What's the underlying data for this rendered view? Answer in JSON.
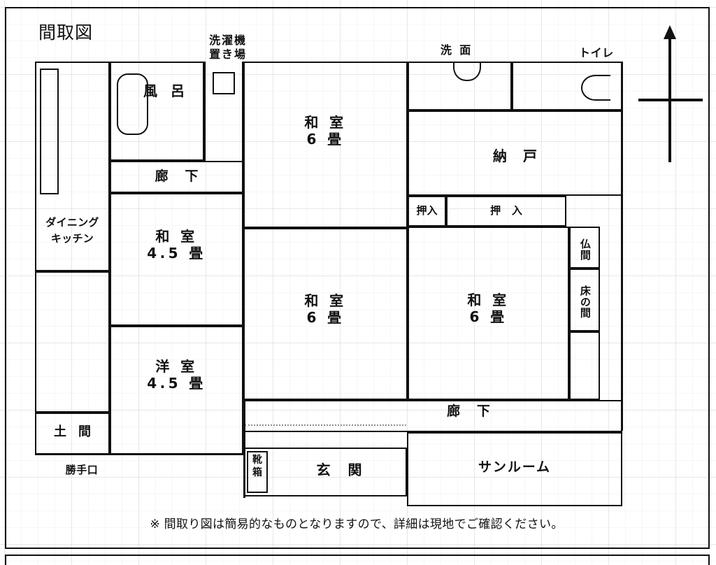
{
  "document": {
    "title": "間取図",
    "note": "※ 間取り図は簡易的なものとなりますので、詳細は現地でご確認ください。"
  },
  "compass": {
    "name": "north-arrow",
    "direction": "north"
  },
  "labels_outside": {
    "washer_place": "洗濯機\n置き場",
    "washbasin": "洗 面",
    "toilet": "トイレ",
    "back_door": "勝手口"
  },
  "rooms": [
    {
      "id": "dining-kitchen",
      "label": "ダイニング\nキッチン",
      "type": "kitchen"
    },
    {
      "id": "bath",
      "label": "風 呂",
      "type": "bath"
    },
    {
      "id": "corridor-north",
      "label": "廊 下",
      "type": "corridor"
    },
    {
      "id": "washitsu-45",
      "label": "和 室",
      "size": "4.5 畳",
      "type": "japanese-room"
    },
    {
      "id": "yoshitsu-45",
      "label": "洋 室",
      "size": "4.5 畳",
      "type": "western-room"
    },
    {
      "id": "doma",
      "label": "土 間",
      "type": "earth-floor"
    },
    {
      "id": "washitsu-6-north",
      "label": "和 室",
      "size": "6 畳",
      "type": "japanese-room"
    },
    {
      "id": "washitsu-6-mid",
      "label": "和 室",
      "size": "6 畳",
      "type": "japanese-room"
    },
    {
      "id": "washitsu-6-east",
      "label": "和 室",
      "size": "6 畳",
      "type": "japanese-room"
    },
    {
      "id": "nando",
      "label": "納 戸",
      "type": "storeroom"
    },
    {
      "id": "oshiire-small",
      "label": "押入",
      "type": "closet"
    },
    {
      "id": "oshiire-large",
      "label": "押 入",
      "type": "closet"
    },
    {
      "id": "butsuma",
      "label": "仏間",
      "type": "buddhist-altar-alcove"
    },
    {
      "id": "tokonoma",
      "label": "床の間",
      "type": "alcove"
    },
    {
      "id": "corridor-south",
      "label": "廊 下",
      "type": "corridor"
    },
    {
      "id": "genkan",
      "label": "玄 関",
      "type": "entrance"
    },
    {
      "id": "shoe-box",
      "label": "靴箱",
      "type": "shoe-cabinet"
    },
    {
      "id": "sunroom",
      "label": "サンルーム",
      "type": "sunroom"
    }
  ],
  "colors": {
    "wall": "#111111",
    "paper": "#ffffff",
    "grid": "#c8cdd7",
    "dotted": "#8d8d8d"
  }
}
